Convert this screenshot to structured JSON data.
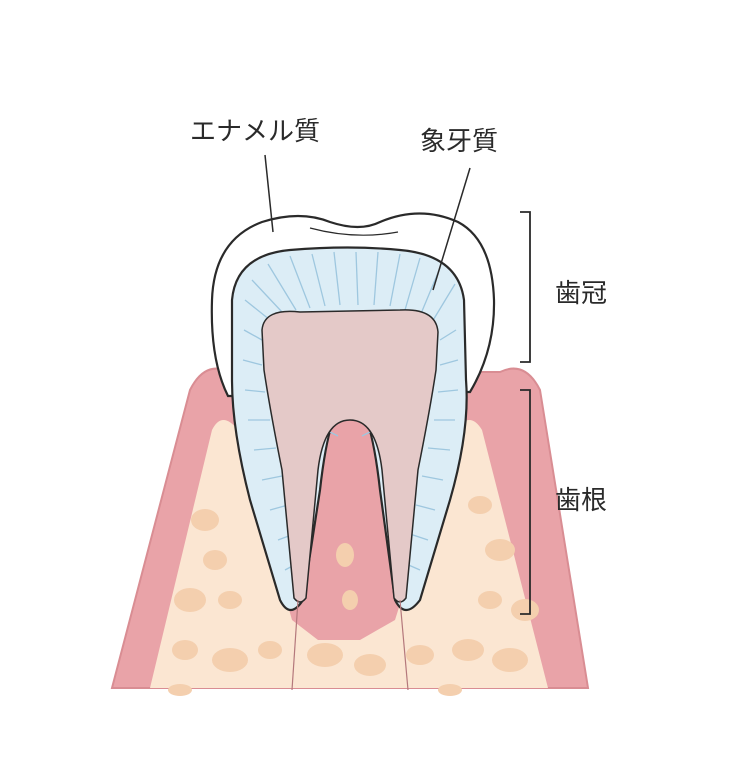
{
  "labels": {
    "enamel": "エナメル質",
    "dentin": "象牙質",
    "crown": "歯冠",
    "root": "歯根"
  },
  "colors": {
    "gum": "#e9a3a8",
    "gum_outline": "#d98d93",
    "bone": "#fbe6d2",
    "bone_spot": "#f4cfae",
    "enamel": "#ffffff",
    "dentin": "#dcedf6",
    "dentin_line": "#9ec7df",
    "pulp": "#e4c9c8",
    "line": "#2a2a2a"
  }
}
